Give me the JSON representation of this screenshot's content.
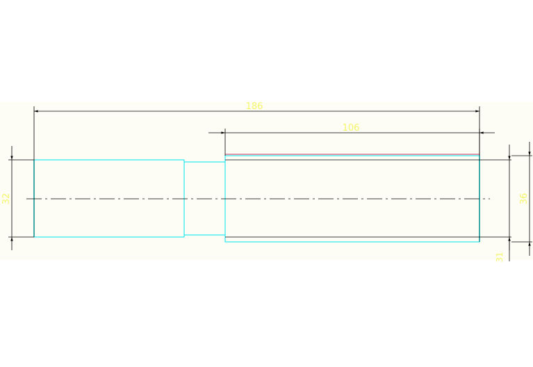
{
  "drawing": {
    "dimensions": {
      "overall_length": "186",
      "right_section_length": "106",
      "left_diameter": "32",
      "right_diameter": "36",
      "step": "31"
    },
    "colors": {
      "background": "#fdfdf5",
      "part_outline": "#00e5ee",
      "dimension_line": "#000000",
      "dimension_text": "#f5f56a",
      "top_edge": "#c0305a",
      "centerline": "#000000"
    }
  }
}
